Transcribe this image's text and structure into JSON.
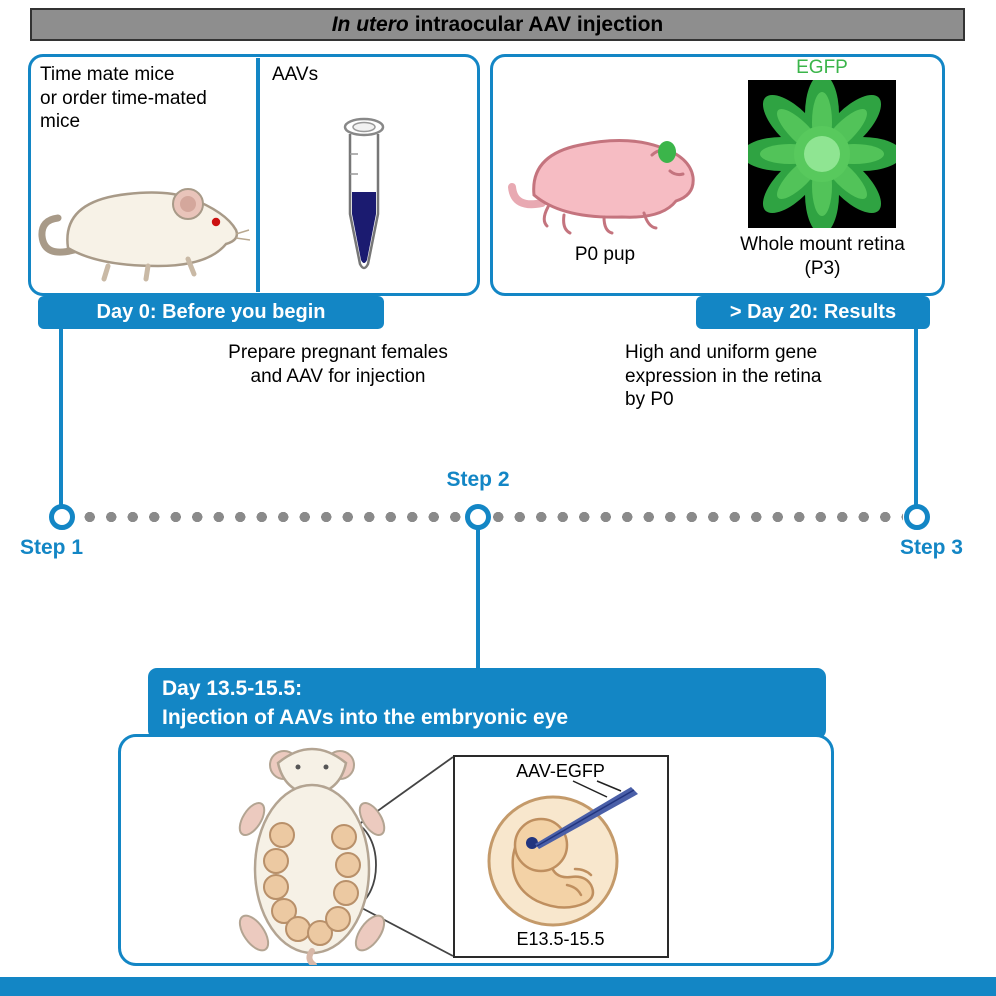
{
  "colors": {
    "blue": "#1386c5",
    "green": "#3bb54a",
    "dot_gray": "#8a8a8a",
    "header_gray": "#8e8e8e"
  },
  "header": {
    "title_italic": "In utero",
    "title_rest": "intraocular AAV injection"
  },
  "step1_panel": {
    "mice_text": "Time mate mice\nor order time-mated\nmice",
    "aavs_label": "AAVs",
    "badge": "Day 0: Before you begin",
    "caption": "Prepare pregnant females\nand AAV for injection"
  },
  "step3_panel": {
    "egfp_label": "EGFP",
    "pup_caption": "P0 pup",
    "retina_caption": "Whole mount retina\n(P3)",
    "badge": "> Day 20: Results",
    "caption": "High and uniform gene\nexpression in the retina\nby P0"
  },
  "timeline": {
    "step1_label": "Step 1",
    "step2_label": "Step 2",
    "step3_label": "Step 3"
  },
  "step2_panel": {
    "badge": "Day 13.5-15.5:\nInjection of AAVs into the embryonic eye",
    "inset_label": "AAV-EGFP",
    "inset_stage": "E13.5-15.5"
  }
}
